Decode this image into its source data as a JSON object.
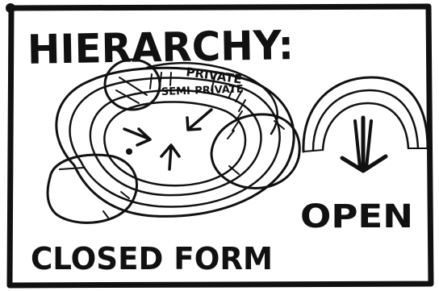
{
  "title": "HIERARCHY:",
  "closed_form": {
    "caption": "CLOSED FORM",
    "bands": [
      {
        "label": "PRIVATE"
      },
      {
        "label": "SEMI-PRIVATE"
      }
    ],
    "arrows": [
      "arrow-upper-left",
      "arrow-upper-right",
      "arrow-up"
    ]
  },
  "open_form": {
    "caption": "OPEN",
    "arrow": "arrow-down"
  },
  "colors": {
    "ink": "#111111",
    "paper": "#ffffff"
  }
}
